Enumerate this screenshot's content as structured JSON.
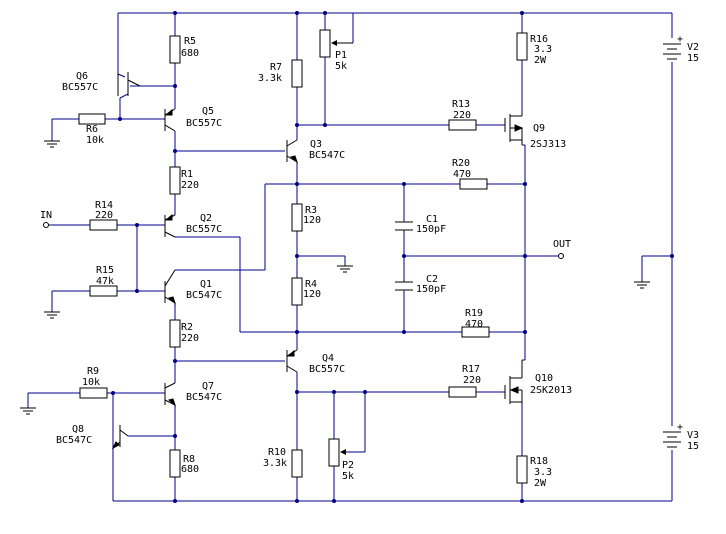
{
  "components": {
    "R5": {
      "ref": "R5",
      "value": "680"
    },
    "R1": {
      "ref": "R1",
      "value": "220"
    },
    "R2": {
      "ref": "R2",
      "value": "220"
    },
    "R8": {
      "ref": "R8",
      "value": "680"
    },
    "R7": {
      "ref": "R7",
      "value": "3.3k"
    },
    "R3": {
      "ref": "R3",
      "value": "120"
    },
    "R4": {
      "ref": "R4",
      "value": "120"
    },
    "R10": {
      "ref": "R10",
      "value": "3.3k"
    },
    "R6": {
      "ref": "R6",
      "value": "10k"
    },
    "R14": {
      "ref": "R14",
      "value": "220"
    },
    "R15": {
      "ref": "R15",
      "value": "47k"
    },
    "R9": {
      "ref": "R9",
      "value": "10k"
    },
    "R13": {
      "ref": "R13",
      "value": "220"
    },
    "R20": {
      "ref": "R20",
      "value": "470"
    },
    "R19": {
      "ref": "R19",
      "value": "470"
    },
    "R17": {
      "ref": "R17",
      "value": "220"
    },
    "R16": {
      "ref": "R16",
      "value": "3.3",
      "rating": "2W"
    },
    "R18": {
      "ref": "R18",
      "value": "3.3",
      "rating": "2W"
    },
    "P1": {
      "ref": "P1",
      "value": "5k"
    },
    "P2": {
      "ref": "P2",
      "value": "5k"
    },
    "C1": {
      "ref": "C1",
      "value": "150pF"
    },
    "C2": {
      "ref": "C2",
      "value": "150pF"
    },
    "Q1": {
      "ref": "Q1",
      "part": "BC547C"
    },
    "Q2": {
      "ref": "Q2",
      "part": "BC557C"
    },
    "Q3": {
      "ref": "Q3",
      "part": "BC547C"
    },
    "Q4": {
      "ref": "Q4",
      "part": "BC557C"
    },
    "Q5": {
      "ref": "Q5",
      "part": "BC557C"
    },
    "Q6": {
      "ref": "Q6",
      "part": "BC557C"
    },
    "Q7": {
      "ref": "Q7",
      "part": "BC547C"
    },
    "Q8": {
      "ref": "Q8",
      "part": "BC547C"
    },
    "Q9": {
      "ref": "Q9",
      "part": "2SJ313"
    },
    "Q10": {
      "ref": "Q10",
      "part": "2SK2013"
    },
    "V2": {
      "ref": "V2",
      "value": "15"
    },
    "V3": {
      "ref": "V3",
      "value": "15"
    }
  },
  "ports": {
    "in": "IN",
    "out": "OUT"
  },
  "colors": {
    "wire": "#00008b",
    "component": "#000000",
    "background": "#ffffff"
  }
}
